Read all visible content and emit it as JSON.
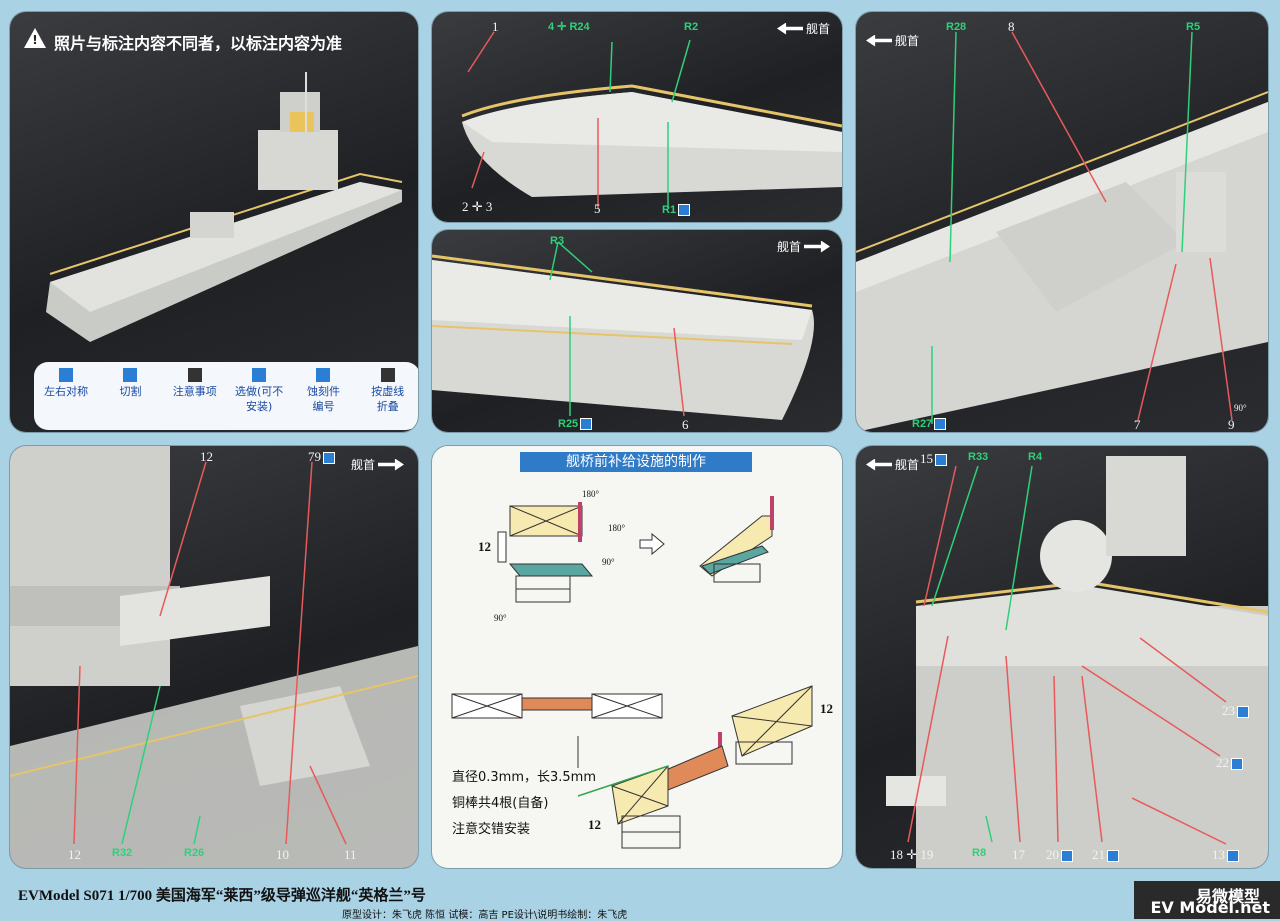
{
  "warning": "照片与标注内容不同者，以标注内容为准",
  "bow": "舰首",
  "legend": [
    {
      "label": "左右对称",
      "icon": "symmetry-icon"
    },
    {
      "label": "切割",
      "icon": "cut-icon"
    },
    {
      "label": "注意事项",
      "icon": "caution-icon"
    },
    {
      "label": "选做(可不\n安装)",
      "icon": "optional-icon"
    },
    {
      "label": "蚀刻件\n编号",
      "icon": "part-number-icon"
    },
    {
      "label": "按虚线\n折叠",
      "icon": "fold-icon"
    }
  ],
  "panel2": {
    "labels": [
      "1",
      "4 ✛ R24",
      "R2",
      "2 ✛ 3",
      "5",
      "R1"
    ]
  },
  "panel3": {
    "labels": [
      "R3",
      "R25",
      "6"
    ]
  },
  "panel4": {
    "labels": [
      "R28",
      "8",
      "R5",
      "R27",
      "7",
      "9",
      "90°"
    ]
  },
  "panel5": {
    "labels": [
      "12",
      "79",
      "12",
      "R32",
      "R26",
      "10",
      "11"
    ]
  },
  "panel6": {
    "title": "舰桥前补给设施的制作",
    "n1": "12",
    "n2": "12",
    "n3": "12",
    "a1": "180°",
    "a2": "180°",
    "a3": "90°",
    "a4": "90°",
    "note1": "直径0.3mm，长3.5mm",
    "note2": "铜棒共4根(自备)",
    "note3": "注意交错安装"
  },
  "panel7": {
    "labels": [
      "15",
      "R33",
      "R4",
      "23",
      "22",
      "18 ✛ 19",
      "R8",
      "17",
      "20",
      "21",
      "13"
    ]
  },
  "footer": {
    "title": "EVModel  S071   1/700  美国海军“莱西”级导弹巡洋舰“英格兰”号",
    "credit": "原型设计：朱飞虎 陈恒  试模：高吉  PE设计\\说明书绘制：朱飞虎",
    "brand1": "易微模型",
    "brand2": "EV Model.net"
  }
}
